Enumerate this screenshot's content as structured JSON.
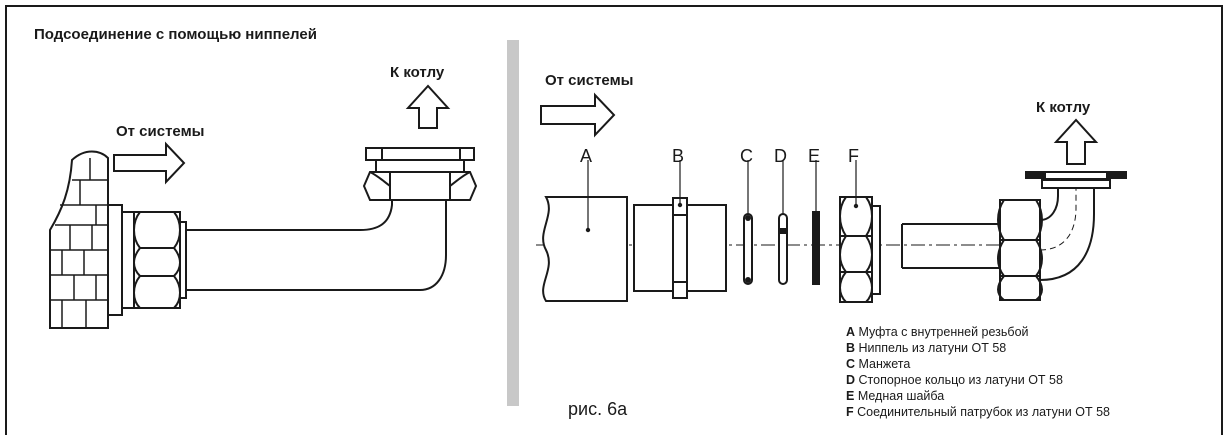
{
  "title": "Подсоединение с помощью ниппелей",
  "left": {
    "from_label": "От системы",
    "to_label": "К котлу"
  },
  "right": {
    "from_label": "От системы",
    "to_label": "К котлу",
    "letters": [
      "A",
      "B",
      "C",
      "D",
      "E",
      "F"
    ],
    "legend": [
      {
        "key": "A",
        "text": " Муфта с внутренней резьбой"
      },
      {
        "key": "B",
        "text": " Ниппель из латуни ОТ 58"
      },
      {
        "key": "C",
        "text": " Манжета"
      },
      {
        "key": "D",
        "text": " Стопорное кольцо из латуни ОТ 58"
      },
      {
        "key": "E",
        "text": " Медная шайба"
      },
      {
        "key": "F",
        "text": " Соединительный патрубок из латуни ОТ 58"
      }
    ],
    "caption": "рис. 6а"
  },
  "colors": {
    "line": "#1a1a1a",
    "divider": "#c8c8c8"
  }
}
